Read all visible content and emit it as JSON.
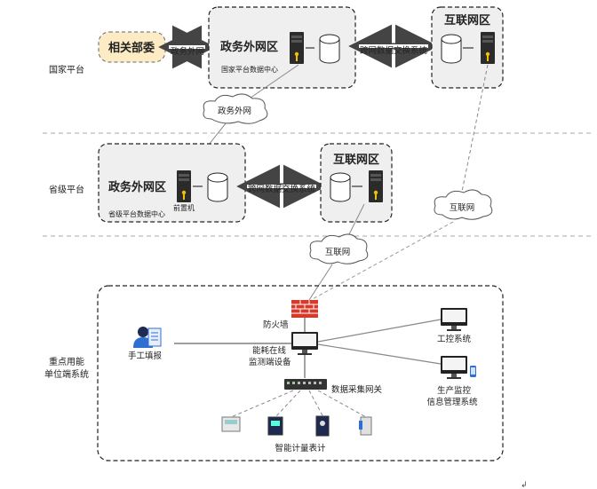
{
  "levels": {
    "national": "国家平台",
    "provincial": "省级平台",
    "unit_line1": "重点用能",
    "unit_line2": "单位端系统"
  },
  "national": {
    "related_dept": "相关部委",
    "link_label": "政务外网",
    "gov_zone_title": "政务外网区",
    "gov_zone_sub": "国家平台数据中心",
    "exchange_label": "跨网数据交换系统",
    "internet_zone_title": "互联网区"
  },
  "provincial": {
    "gov_zone_title": "政务外网区",
    "gov_zone_sub": "省级平台数据中心",
    "front_server": "前置机",
    "exchange_label": "跨网数据交换系统",
    "internet_zone_title": "互联网区"
  },
  "clouds": {
    "gov_net": "政务外网",
    "internet_right": "互联网",
    "internet_mid": "互联网"
  },
  "unit": {
    "firewall": "防火墙",
    "manual_fill": "手工填报",
    "monitor_line1": "能耗在线",
    "monitor_line2": "监测端设备",
    "gateway": "数据采集网关",
    "control_system": "工控系统",
    "prod_line1": "生产监控",
    "prod_line2": "信息管理系统",
    "meters": "智能计量表计"
  },
  "colors": {
    "zone_fill": "#efefef",
    "related_fill": "#fcebc4",
    "firewall": "#d53a2a",
    "server_dark": "#2b2b2b",
    "server_led": "#f2c200",
    "dash": "#999999"
  }
}
